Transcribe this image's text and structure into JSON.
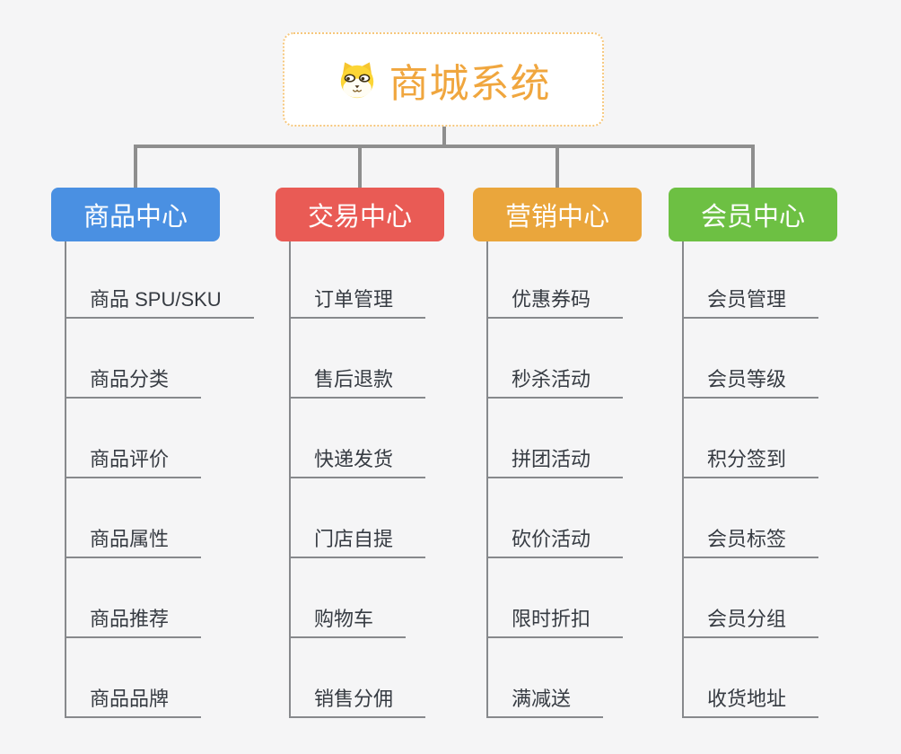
{
  "root": {
    "title": "商城系统",
    "icon": "dog-face-icon"
  },
  "colors": {
    "root_text": "#f0a63e",
    "root_border": "#f6c77c",
    "connector": "#8e8e8e",
    "child_text": "#363b42",
    "background": "#f5f5f6"
  },
  "branches": [
    {
      "label": "商品中心",
      "color": "#4a90e2",
      "children": [
        "商品 SPU/SKU",
        "商品分类",
        "商品评价",
        "商品属性",
        "商品推荐",
        "商品品牌"
      ]
    },
    {
      "label": "交易中心",
      "color": "#e95b55",
      "children": [
        "订单管理",
        "售后退款",
        "快递发货",
        "门店自提",
        "购物车",
        "销售分佣"
      ]
    },
    {
      "label": "营销中心",
      "color": "#eaa63c",
      "children": [
        "优惠券码",
        "秒杀活动",
        "拼团活动",
        "砍价活动",
        "限时折扣",
        "满减送"
      ]
    },
    {
      "label": "会员中心",
      "color": "#6dc043",
      "children": [
        "会员管理",
        "会员等级",
        "积分签到",
        "会员标签",
        "会员分组",
        "收货地址"
      ]
    }
  ]
}
